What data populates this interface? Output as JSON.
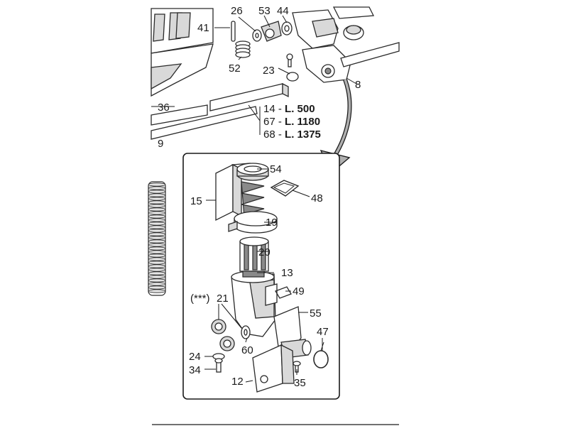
{
  "callouts": {
    "c26": "26",
    "c53": "53",
    "c44": "44",
    "c41": "41",
    "c52": "52",
    "c23": "23",
    "c8": "8",
    "c36": "36",
    "c9": "9",
    "c54": "54",
    "c15": "15",
    "c48": "48",
    "c19": "19",
    "c20": "20",
    "c13": "13",
    "c49": "49",
    "c21": "21",
    "c21_note": "(***)",
    "c55": "55",
    "c47": "47",
    "c60": "60",
    "c24": "24",
    "c34": "34",
    "c12": "12",
    "c35": "35"
  },
  "lengths": [
    {
      "part": "14",
      "sep": " - ",
      "value": "L. 500"
    },
    {
      "part": "67",
      "sep": " - ",
      "value": "L. 1180"
    },
    {
      "part": "68",
      "sep": " - ",
      "value": "L. 1375"
    }
  ],
  "colors": {
    "line": "#1a1a1a",
    "shade": "#d9d9d9",
    "dark": "#8a8a8a"
  }
}
